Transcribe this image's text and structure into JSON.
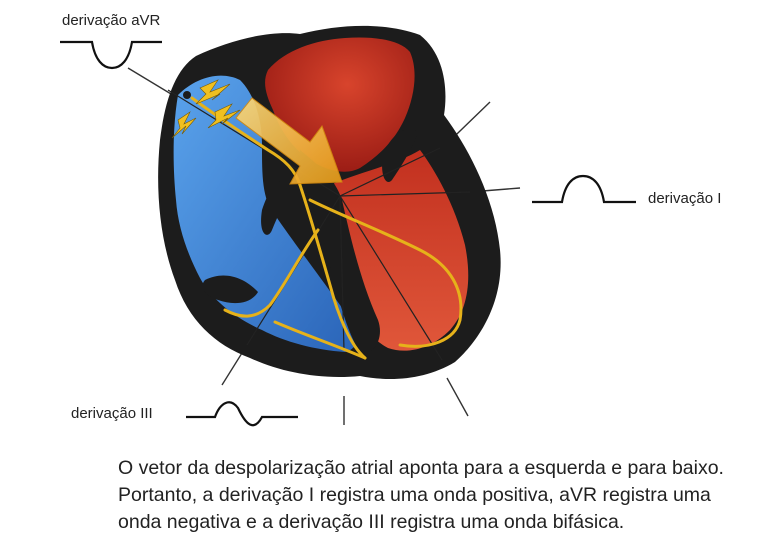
{
  "labels": {
    "avr": "derivação aVR",
    "lead_i": "derivação I",
    "lead_iii": "derivação III"
  },
  "caption": {
    "line1": "O vetor da despolarização atrial aponta para a esquerda e para baixo.",
    "line2": "Portanto, a derivação I registra uma onda positiva, aVR registra uma",
    "line3": "onda negativa e a derivação III registra uma onda bifásica."
  },
  "colors": {
    "right_heart": "#3a7fd0",
    "left_heart": "#b3241c",
    "muscle": "#1c1c1c",
    "conduction": "#e6b21a",
    "vector_arrow": "#f1b52a"
  },
  "icons": {
    "sa_node": "lightning-bolt-icon"
  }
}
